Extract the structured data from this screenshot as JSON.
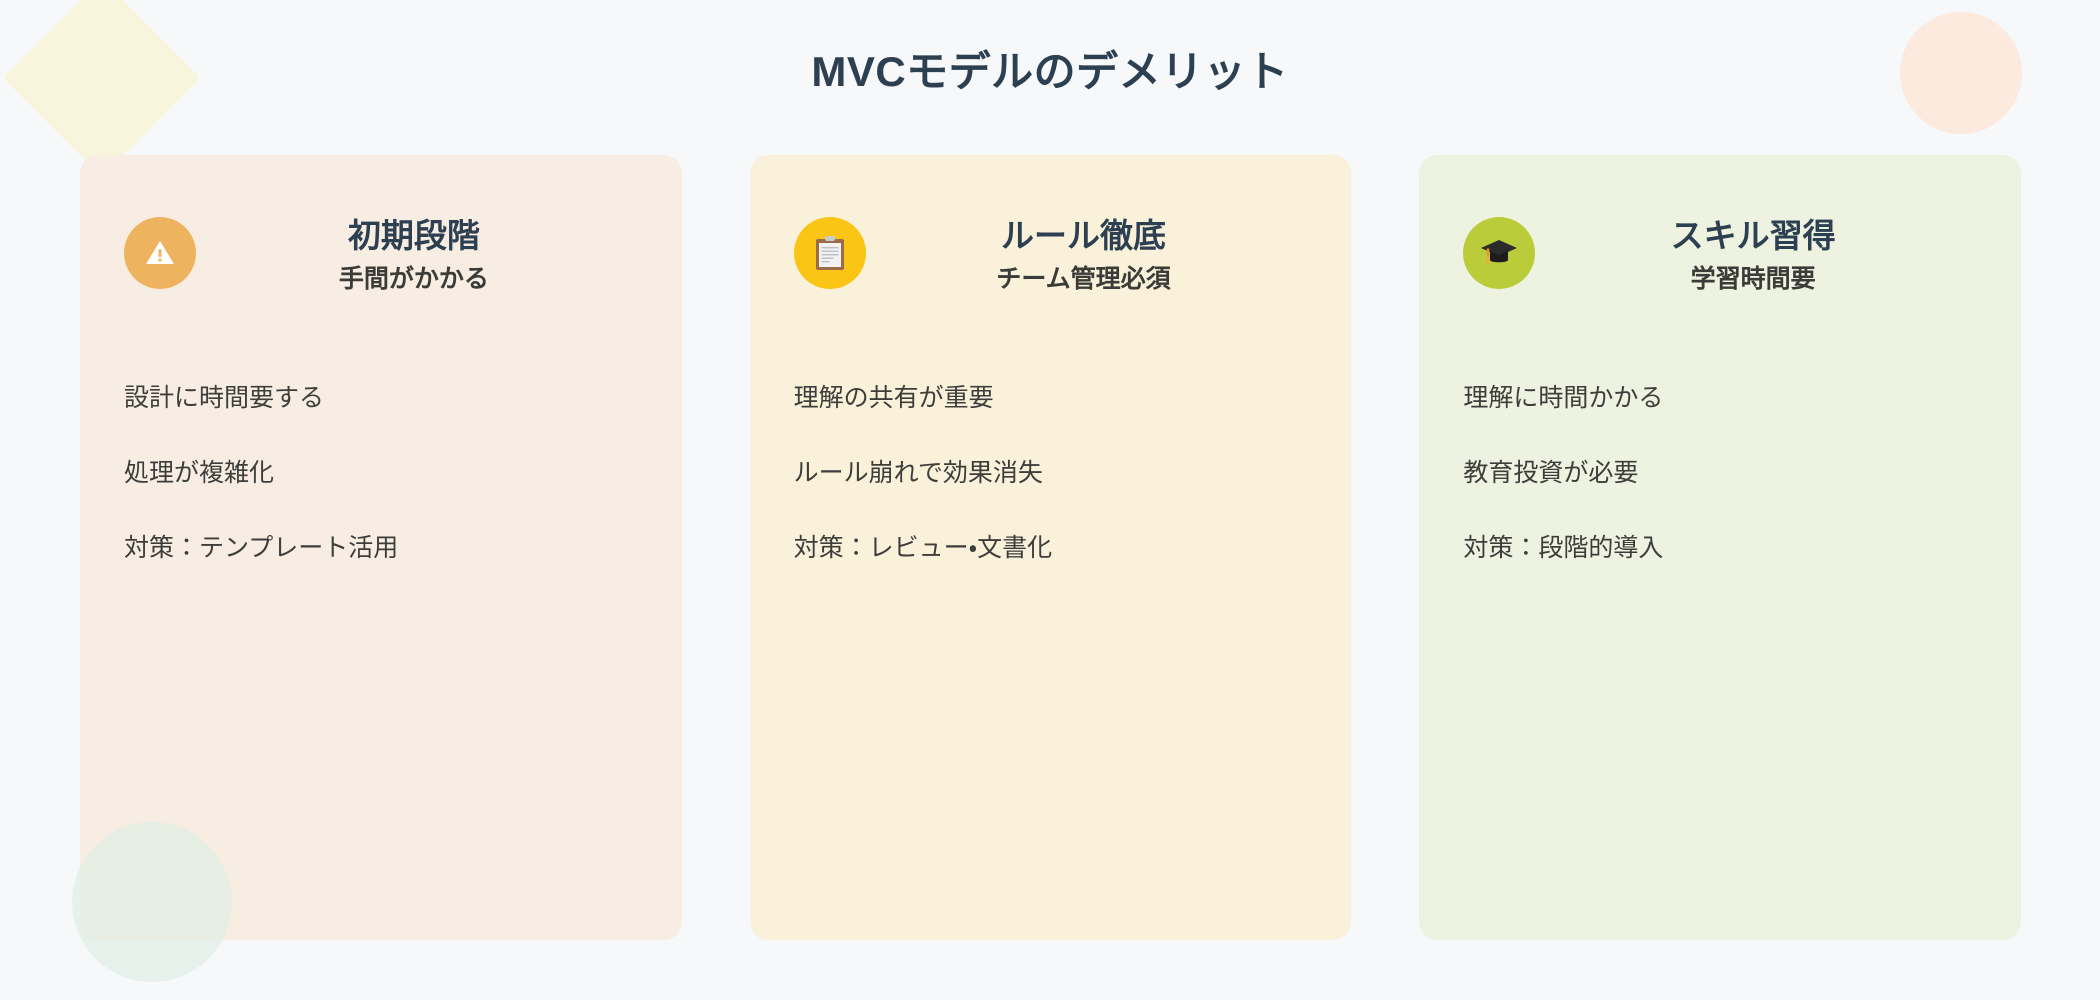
{
  "page": {
    "title": "MVCモデルのデメリット",
    "background_color": "#f6f8fa",
    "title_color": "#2d4052"
  },
  "decorations": [
    {
      "name": "diamond-top-left",
      "shape": "diamond",
      "color": "#f9f5dd"
    },
    {
      "name": "circle-top-right",
      "shape": "circle",
      "color": "#fbeadd"
    },
    {
      "name": "circle-bottom-left",
      "shape": "circle",
      "color": "#e1efe4"
    }
  ],
  "cards": [
    {
      "icon": "warning-triangle-icon",
      "icon_bg": "#eeb35f",
      "card_bg": "#f8ede3",
      "title": "初期段階",
      "subtitle": "手間がかかる",
      "lines": [
        "設計に時間要する",
        "処理が複雑化",
        "対策：テンプレート活用"
      ]
    },
    {
      "icon": "clipboard-icon",
      "icon_bg": "#fbc515",
      "card_bg": "#f9f1da",
      "title": "ルール徹底",
      "subtitle": "チーム管理必須",
      "lines": [
        "理解の共有が重要",
        "ルール崩れで効果消失",
        "対策：レビュー・文書化"
      ]
    },
    {
      "icon": "graduation-cap-icon",
      "icon_bg": "#bbcc3a",
      "card_bg": "#eef2e0",
      "title": "スキル習得",
      "subtitle": "学習時間要",
      "lines": [
        "理解に時間かかる",
        "教育投資が必要",
        "対策：段階的導入"
      ]
    }
  ]
}
